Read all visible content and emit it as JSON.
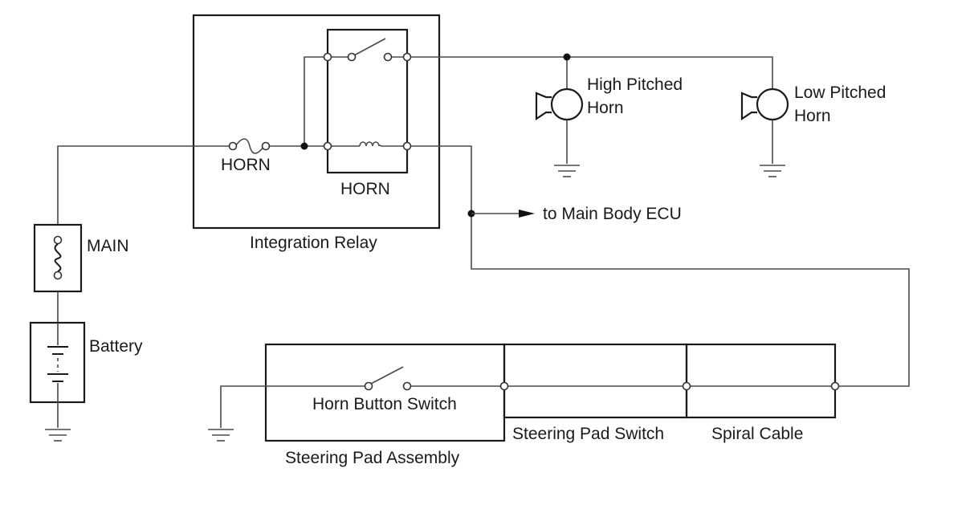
{
  "labels": {
    "fuse_horn": "HORN",
    "relay_horn": "HORN",
    "integration_relay": "Integration Relay",
    "high_horn_line1": "High Pitched",
    "high_horn_line2": "Horn",
    "low_horn_line1": "Low Pitched",
    "low_horn_line2": "Horn",
    "main_body_ecu": "to Main Body ECU",
    "main_fuse": "MAIN",
    "battery": "Battery",
    "horn_button_switch": "Horn Button Switch",
    "steering_pad_assembly": "Steering Pad Assembly",
    "steering_pad_switch": "Steering Pad Switch",
    "spiral_cable": "Spiral Cable"
  },
  "colors": {
    "wire": "#4a4a4a",
    "outline": "#1a1a1a",
    "text": "#1a1a1a"
  }
}
